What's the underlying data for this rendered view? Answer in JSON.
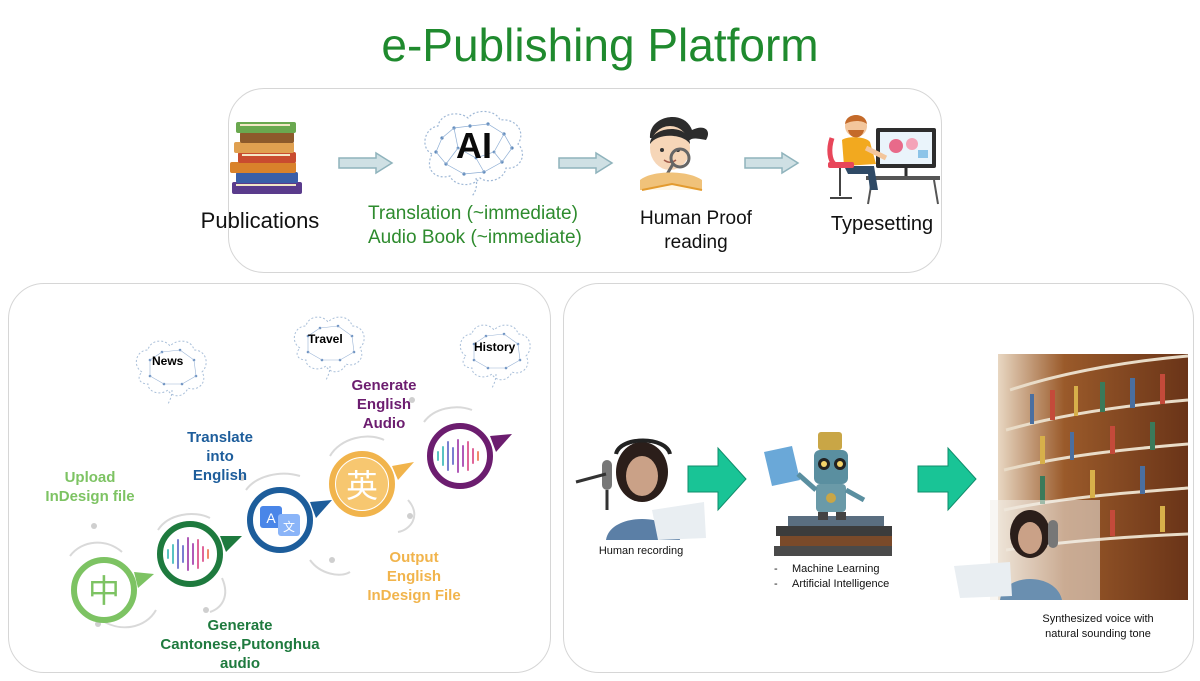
{
  "title": "e-Publishing Platform",
  "top_flow": {
    "publications": "Publications",
    "ai_badge": "AI",
    "ai_line1": "Translation (~immediate)",
    "ai_line2": "Audio Book (~immediate)",
    "proof_line1": "Human Proof",
    "proof_line2": "reading",
    "typesetting": "Typesetting"
  },
  "left_panel": {
    "brain_news": "News",
    "brain_travel": "Travel",
    "brain_history": "History",
    "step_upload": [
      "Upload",
      "InDesign file"
    ],
    "step_generate_audio_cn": [
      "Generate",
      "Cantonese,Putonghua",
      "audio"
    ],
    "step_translate": [
      "Translate",
      "into",
      "English"
    ],
    "step_output": [
      "Output",
      "English",
      "InDesign File"
    ],
    "step_generate_en_audio": [
      "Generate",
      "English",
      "Audio"
    ],
    "glyph_zh": "中",
    "glyph_ying": "英",
    "colors": {
      "upload": "#7dc363",
      "generate_cn": "#1e7a3e",
      "translate": "#1d5d9b",
      "output": "#f1b44c",
      "generate_en": "#6c1d6f"
    }
  },
  "right_panel": {
    "human_recording": "Human recording",
    "ml_item1": "Machine Learning",
    "ml_item2": "Artificial Intelligence",
    "synth_line1": "Synthesized voice with",
    "synth_line2": "natural sounding tone",
    "bullet": "-"
  }
}
